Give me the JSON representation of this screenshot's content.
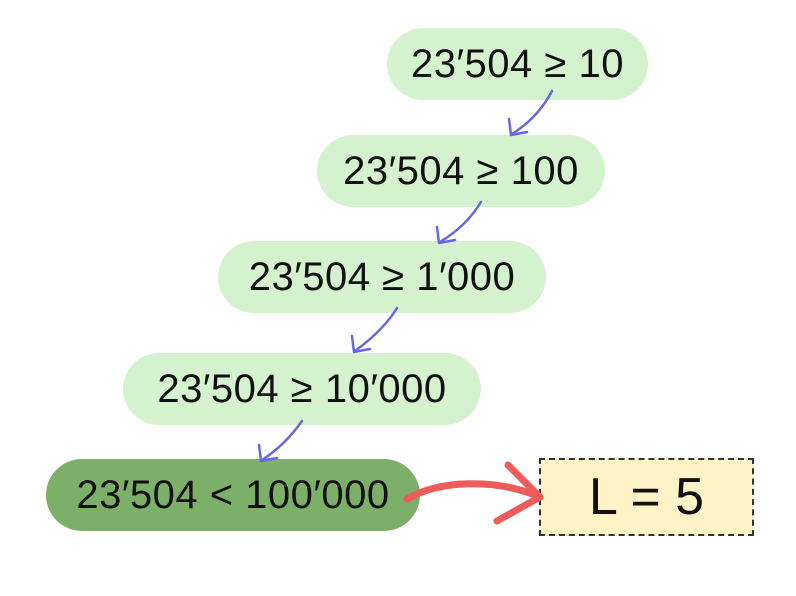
{
  "steps": [
    {
      "text": "23′504 ≥ 10",
      "state": "pass"
    },
    {
      "text": "23′504 ≥ 100",
      "state": "pass"
    },
    {
      "text": "23′504 ≥ 1′000",
      "state": "pass"
    },
    {
      "text": "23′504 ≥ 10′000",
      "state": "pass"
    },
    {
      "text": "23′504 < 100′000",
      "state": "stop"
    }
  ],
  "result": {
    "text": "L = 5"
  },
  "colors": {
    "pass_fill": "#d5f2cf",
    "stop_fill": "#7cb068",
    "step_arrow": "#6868e0",
    "result_arrow": "#ee5b5b",
    "result_fill": "#fdf3c6"
  }
}
